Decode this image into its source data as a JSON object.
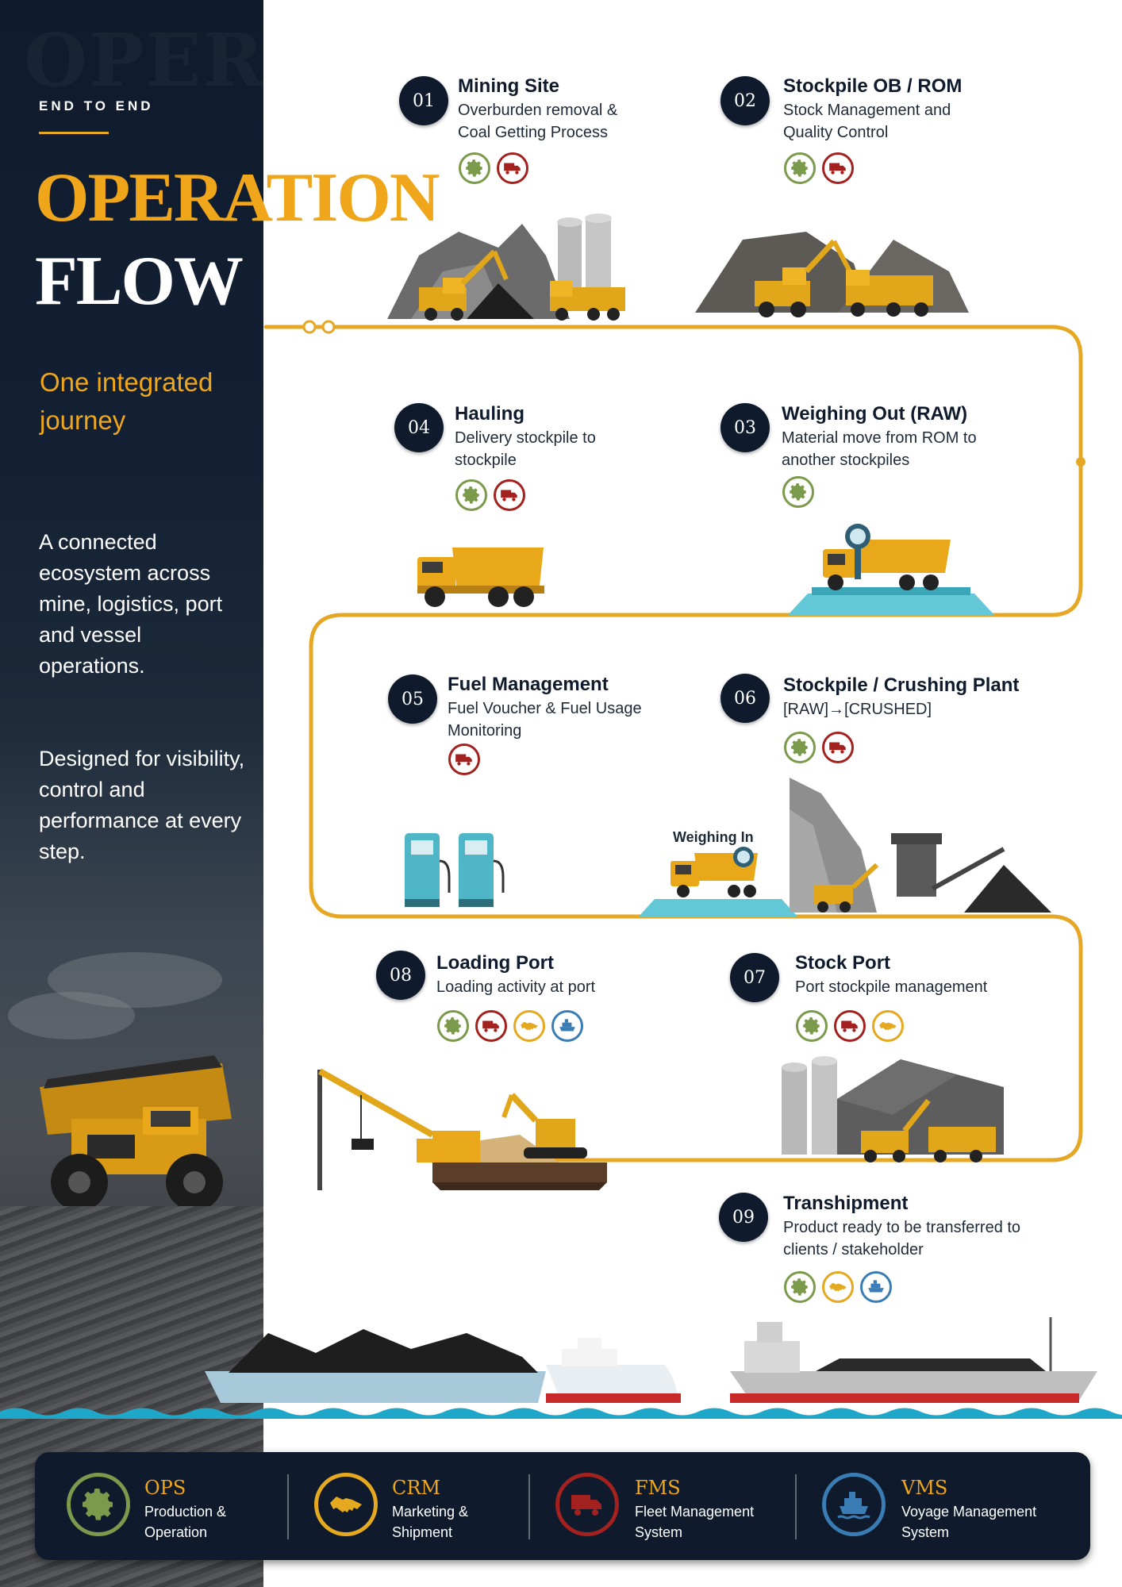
{
  "header": {
    "eyebrow": "END TO END",
    "title_line1": "OPERATION",
    "title_line2": "FLOW",
    "tagline": "One integrated journey",
    "description_1": "A connected ecosystem across mine, logistics, port and vessel operations.",
    "description_2": "Designed for visibility, control and performance at every step."
  },
  "colors": {
    "navy": "#0f1b2d",
    "accent_gold": "#efa61a",
    "ops_green": "#7b9a4b",
    "fms_red": "#a3211f",
    "crm_gold": "#e5a91f",
    "vms_blue": "#3a7db5",
    "water": "#1fa7c9"
  },
  "steps": [
    {
      "num": "01",
      "title": "Mining Site",
      "desc": "Overburden removal & Coal Getting Process",
      "icons": [
        "ops-icon",
        "fms-icon"
      ]
    },
    {
      "num": "02",
      "title": "Stockpile OB / ROM",
      "desc": "Stock Management and Quality Control",
      "icons": [
        "ops-icon",
        "fms-icon"
      ]
    },
    {
      "num": "03",
      "title": "Weighing Out (RAW)",
      "desc": "Material move from ROM to another stockpiles",
      "icons": [
        "ops-icon"
      ]
    },
    {
      "num": "04",
      "title": "Hauling",
      "desc": "Delivery stockpile to stockpile",
      "icons": [
        "ops-icon",
        "fms-icon"
      ]
    },
    {
      "num": "05",
      "title": "Fuel Management",
      "desc": "Fuel Voucher & Fuel Usage Monitoring",
      "icons": [
        "fms-icon"
      ]
    },
    {
      "num": "06",
      "title": "Stockpile / Crushing Plant",
      "desc": "[RAW]→[CRUSHED]",
      "icons": [
        "ops-icon",
        "fms-icon"
      ]
    },
    {
      "num": "07",
      "title": "Stock Port",
      "desc": "Port stockpile management",
      "icons": [
        "ops-icon",
        "fms-icon",
        "crm-icon"
      ]
    },
    {
      "num": "08",
      "title": "Loading Port",
      "desc": "Loading activity at port",
      "icons": [
        "ops-icon",
        "fms-icon",
        "crm-icon",
        "vms-icon"
      ]
    },
    {
      "num": "09",
      "title": "Transhipment",
      "desc": "Product ready to be transferred to clients / stakeholder",
      "icons": [
        "ops-icon",
        "crm-icon",
        "vms-icon"
      ]
    }
  ],
  "weighing_in_label": "Weighing In",
  "legend": [
    {
      "code": "OPS",
      "line1": "Production &",
      "line2": "Operation",
      "icon": "gear-icon",
      "color": "#7b9a4b"
    },
    {
      "code": "CRM",
      "line1": "Marketing &",
      "line2": "Shipment",
      "icon": "handshake-icon",
      "color": "#e5a91f"
    },
    {
      "code": "FMS",
      "line1": "Fleet Management",
      "line2": "System",
      "icon": "truck-icon",
      "color": "#a3211f"
    },
    {
      "code": "VMS",
      "line1": "Voyage Management",
      "line2": "System",
      "icon": "ship-icon",
      "color": "#3a7db5"
    }
  ]
}
